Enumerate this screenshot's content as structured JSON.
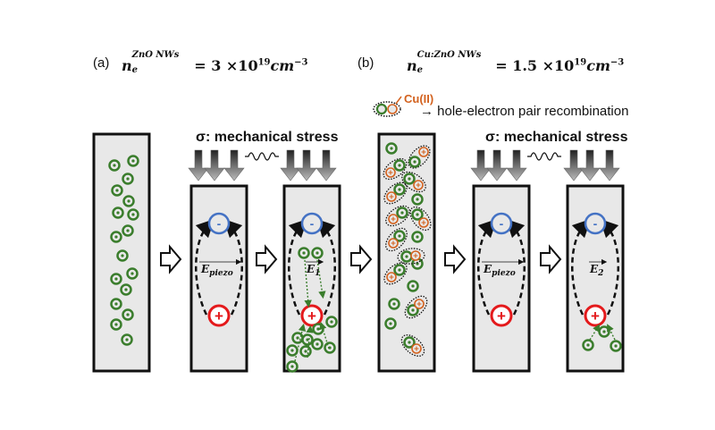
{
  "panel_a": {
    "label": "(a)",
    "formula": {
      "symbol": "n",
      "subscript": "e",
      "superscript": "ZnO NWs",
      "equals": "= 3 ×10",
      "exponent": "19",
      "unit": "cm",
      "unit_exponent": "−3"
    },
    "stress_label": "σ: mechanical stress",
    "field_labels": [
      "E",
      "piezo",
      "E",
      "1"
    ]
  },
  "panel_b": {
    "label": "(b)",
    "formula": {
      "symbol": "n",
      "subscript": "e",
      "superscript": "Cu:ZnO NWs",
      "equals": "= 1.5 ×10",
      "exponent": "19",
      "unit": "cm",
      "unit_exponent": "−3"
    },
    "legend_dopant": "Cu(II)",
    "legend_text": "→ hole-electron pair recombination",
    "stress_label": "σ: mechanical stress",
    "field_labels": [
      "E",
      "piezo",
      "E",
      "2"
    ]
  },
  "colors": {
    "electron": "#3a7d2c",
    "hole_dopant": "#d3621f",
    "negative_charge": "#4472c4",
    "positive_charge": "#e41a1c",
    "nanowire_fill": "#e8e8e8"
  },
  "symbols": {
    "minus": "-",
    "plus": "+"
  }
}
